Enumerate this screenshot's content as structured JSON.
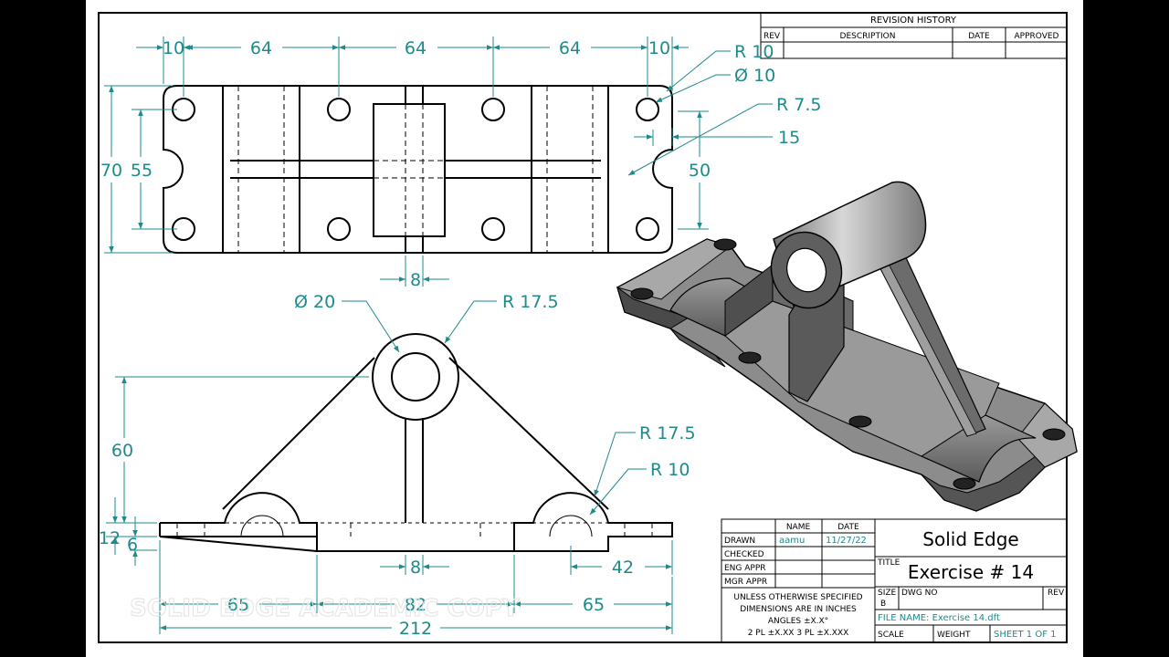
{
  "revision_block": {
    "title": "REVISION HISTORY",
    "columns": [
      "REV",
      "DESCRIPTION",
      "DATE",
      "APPROVED"
    ]
  },
  "dimensions": {
    "top_view": {
      "width_10_left": "10",
      "pitch_1": "64",
      "pitch_2": "64",
      "pitch_3": "64",
      "width_10_right": "10",
      "corner_radius": "R 10",
      "hole_dia": "Ø 10",
      "slot_radius": "R 7.5",
      "slot_offset": "15",
      "overall_depth": "70",
      "hole_spacing": "55",
      "slot_spacing": "50",
      "rib_width": "8"
    },
    "front_view": {
      "boss_dia": "Ø 20",
      "boss_radius": "R 17.5",
      "height": "60",
      "saddle_radius": "R 17.5",
      "saddle_inner_radius": "R 10",
      "base_thickness": "12",
      "base_step": "6",
      "web_thickness": "8",
      "end_width": "42",
      "left_span": "65",
      "center_span": "82",
      "right_span": "65",
      "overall_length": "212"
    }
  },
  "watermark": "SOLID EDGE ACADEMIC COPY",
  "title_block": {
    "col_name": "NAME",
    "col_date": "DATE",
    "rows": [
      {
        "label": "DRAWN",
        "name": "aamu",
        "date": "11/27/22"
      },
      {
        "label": "CHECKED",
        "name": "",
        "date": ""
      },
      {
        "label": "ENG APPR",
        "name": "",
        "date": ""
      },
      {
        "label": "MGR APPR",
        "name": "",
        "date": ""
      }
    ],
    "tolerance_note": [
      "UNLESS OTHERWISE SPECIFIED",
      "DIMENSIONS ARE IN INCHES",
      "ANGLES ±X.X°",
      "2 PL ±X.XX 3 PL ±X.XXX"
    ],
    "company": "Solid Edge",
    "title_label": "TITLE",
    "title": "Exercise # 14",
    "size_label": "SIZE",
    "size_value": "B",
    "dwg_no_label": "DWG NO",
    "rev_label": "REV",
    "file_name": "FILE NAME: Exercise 14.dft",
    "scale_label": "SCALE",
    "weight_label": "WEIGHT",
    "sheet_label": "SHEET 1 OF 1"
  }
}
